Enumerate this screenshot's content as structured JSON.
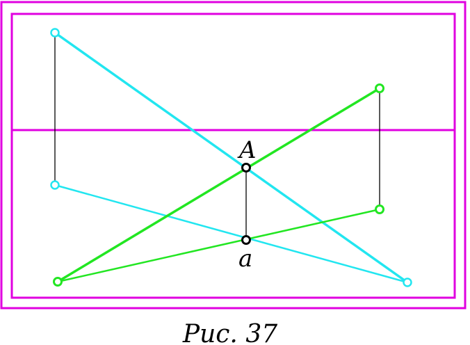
{
  "figure": {
    "caption": "Рис. 37",
    "labels": {
      "upper_point": "A",
      "lower_point": "a"
    }
  },
  "colors": {
    "frame": "#e000e0",
    "cyan_line": "#22e6f0",
    "green_line": "#22e622",
    "link_line": "#000000",
    "point_stroke": "#000000"
  }
}
